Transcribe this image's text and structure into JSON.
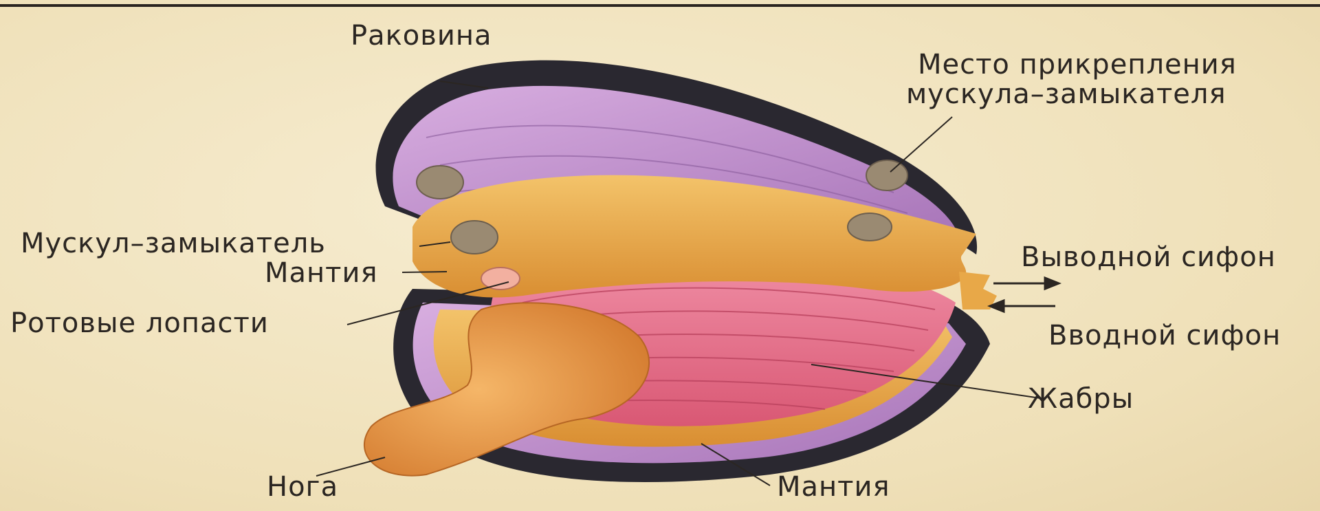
{
  "labels": {
    "shell": "Раковина",
    "attachment_line1": "Место прикрепления",
    "attachment_line2": "мускула–замыкателя",
    "adductor": "Мускул–замыкатель",
    "mantle_upper": "Мантия",
    "mouth_lobes": "Ротовые лопасти",
    "exhalant_siphon": "Выводной сифон",
    "inhalant_siphon": "Вводной сифон",
    "gills": "Жабры",
    "foot": "Нога",
    "mantle_lower": "Мантия"
  },
  "colors": {
    "background": "#f2e6c4",
    "shell_dark": "#2a2830",
    "shell_inner": "#c79ad0",
    "mantle": "#e8a848",
    "gills": "#e46f8a",
    "foot": "#e08a36",
    "muscle_scar": "#9a8a72",
    "ink": "#2b2622"
  }
}
